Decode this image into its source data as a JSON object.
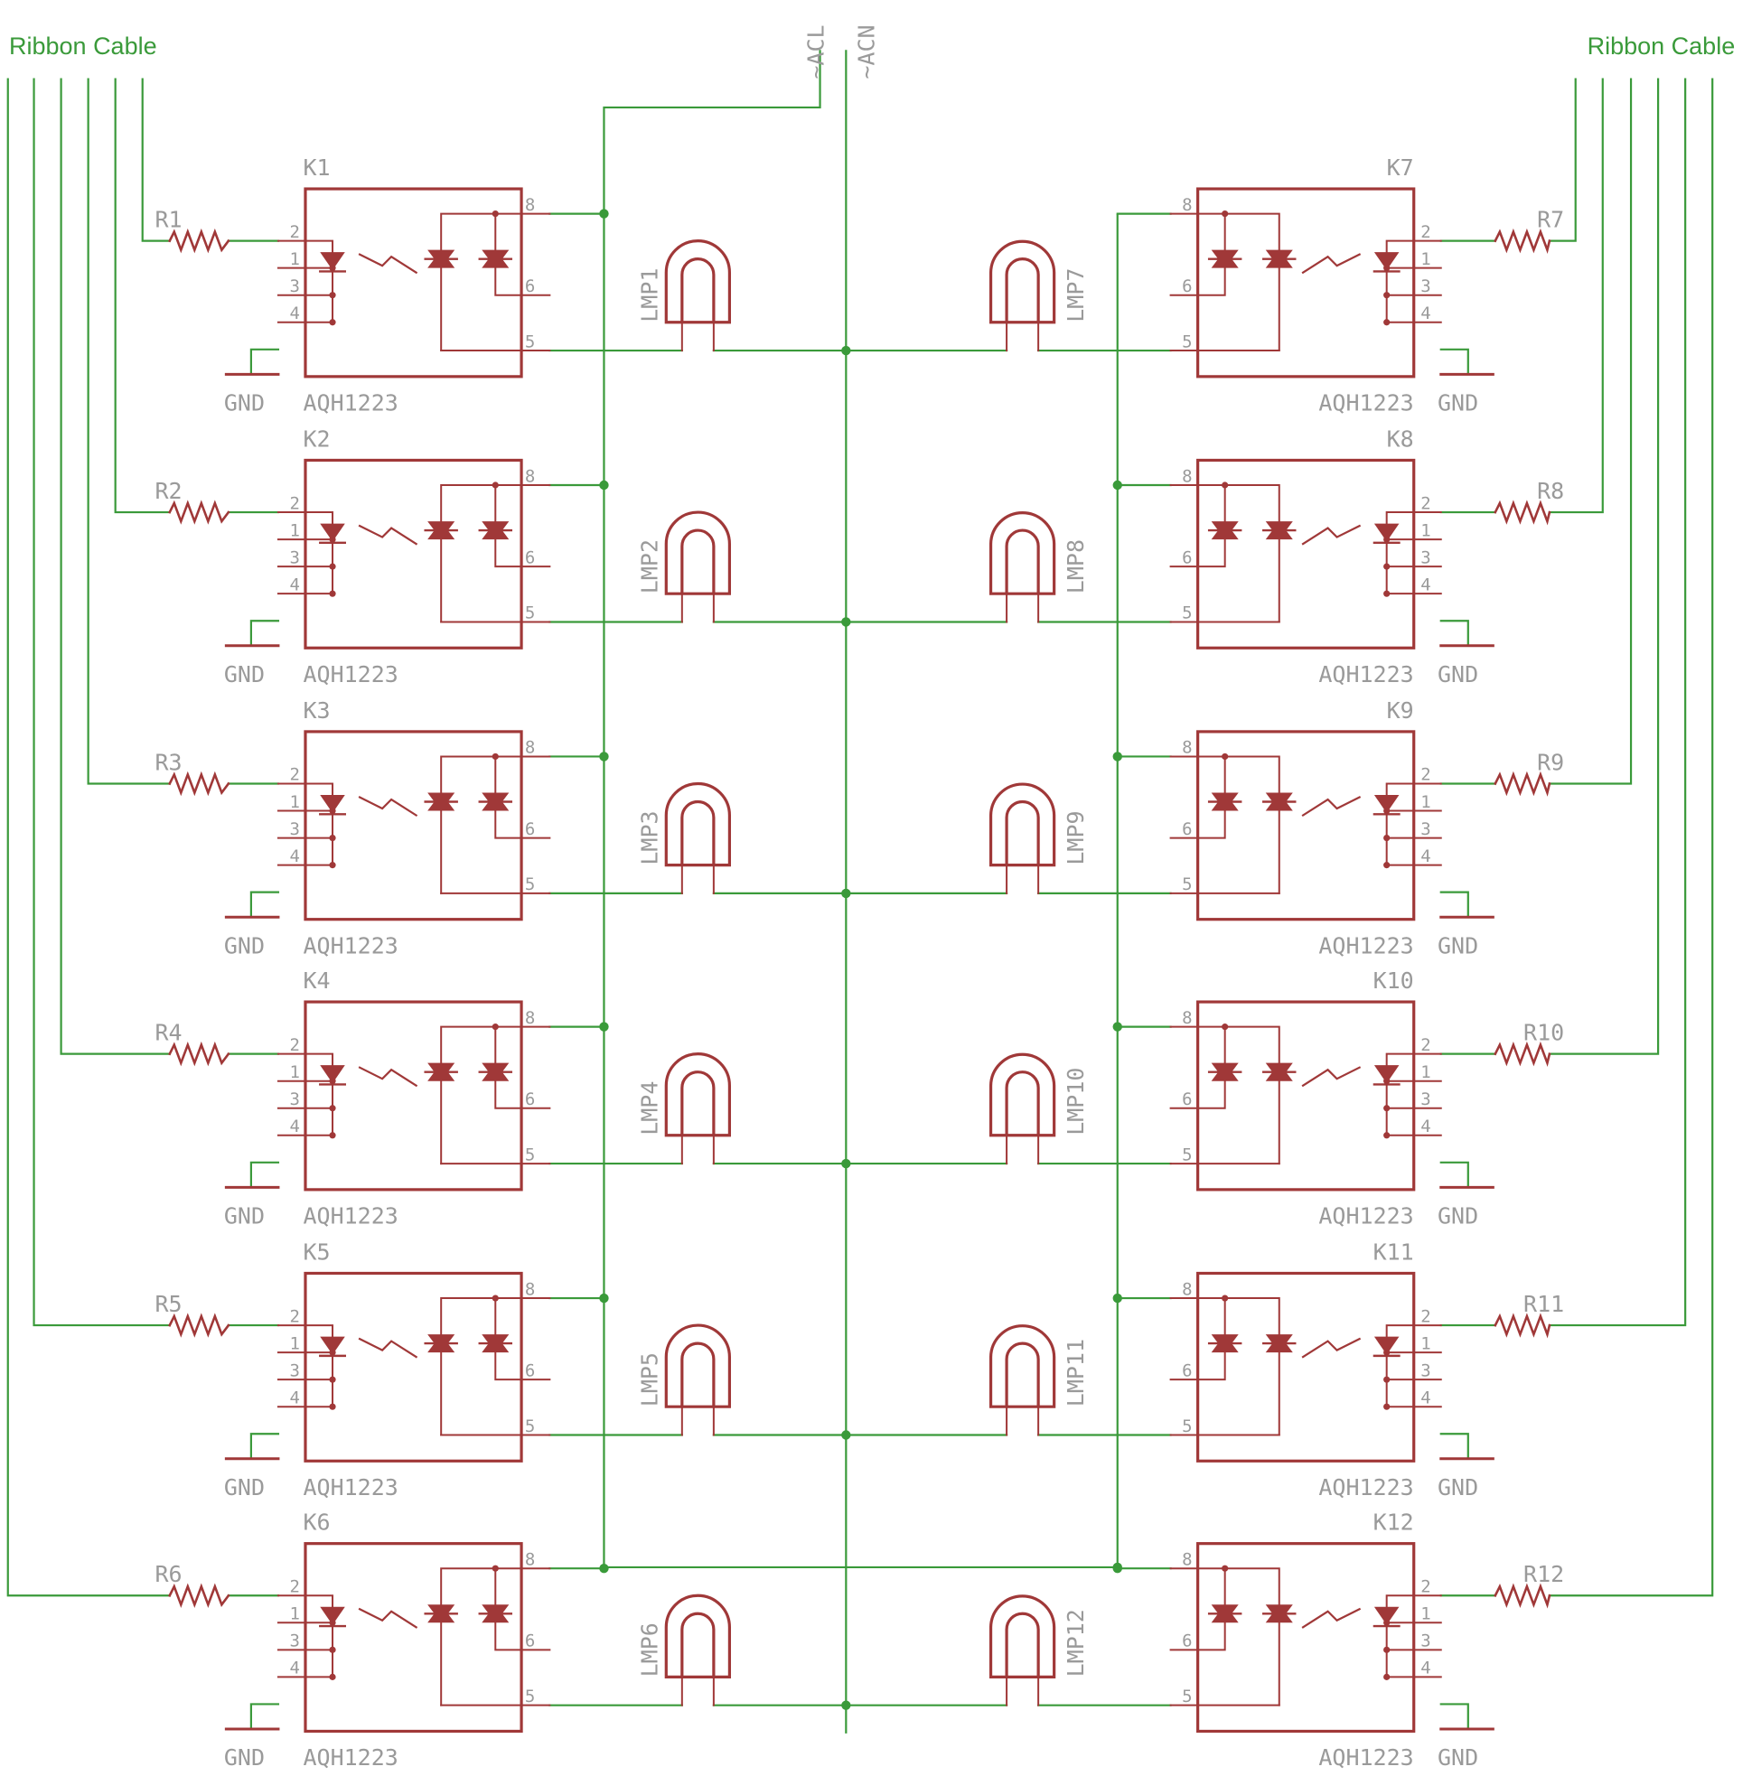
{
  "net_labels": {
    "ribbon_left": "Ribbon Cable",
    "ribbon_right": "Ribbon Cable",
    "ac_line": "~ACL",
    "ac_neutral": "~ACN"
  },
  "colors": {
    "wire": "#3a9a3a",
    "component": "#a03838",
    "text": "#9a9a9a",
    "net_text": "#3a9a3a",
    "background": "#ffffff"
  },
  "pin_labels": {
    "p1": "1",
    "p2": "2",
    "p3": "3",
    "p4": "4",
    "p5": "5",
    "p6": "6",
    "p8": "8"
  },
  "ground_label": "GND",
  "left_channels": [
    {
      "relay": "K1",
      "resistor": "R1",
      "lamp": "LMP1",
      "part": "AQH1223"
    },
    {
      "relay": "K2",
      "resistor": "R2",
      "lamp": "LMP2",
      "part": "AQH1223"
    },
    {
      "relay": "K3",
      "resistor": "R3",
      "lamp": "LMP3",
      "part": "AQH1223"
    },
    {
      "relay": "K4",
      "resistor": "R4",
      "lamp": "LMP4",
      "part": "AQH1223"
    },
    {
      "relay": "K5",
      "resistor": "R5",
      "lamp": "LMP5",
      "part": "AQH1223"
    },
    {
      "relay": "K6",
      "resistor": "R6",
      "lamp": "LMP6",
      "part": "AQH1223"
    }
  ],
  "right_channels": [
    {
      "relay": "K7",
      "resistor": "R7",
      "lamp": "LMP7",
      "part": "AQH1223"
    },
    {
      "relay": "K8",
      "resistor": "R8",
      "lamp": "LMP8",
      "part": "AQH1223"
    },
    {
      "relay": "K9",
      "resistor": "R9",
      "lamp": "LMP9",
      "part": "AQH1223"
    },
    {
      "relay": "K10",
      "resistor": "R10",
      "lamp": "LMP10",
      "part": "AQH1223"
    },
    {
      "relay": "K11",
      "resistor": "R11",
      "lamp": "LMP11",
      "part": "AQH1223"
    },
    {
      "relay": "K12",
      "resistor": "R12",
      "lamp": "LMP12",
      "part": "AQH1223"
    }
  ]
}
